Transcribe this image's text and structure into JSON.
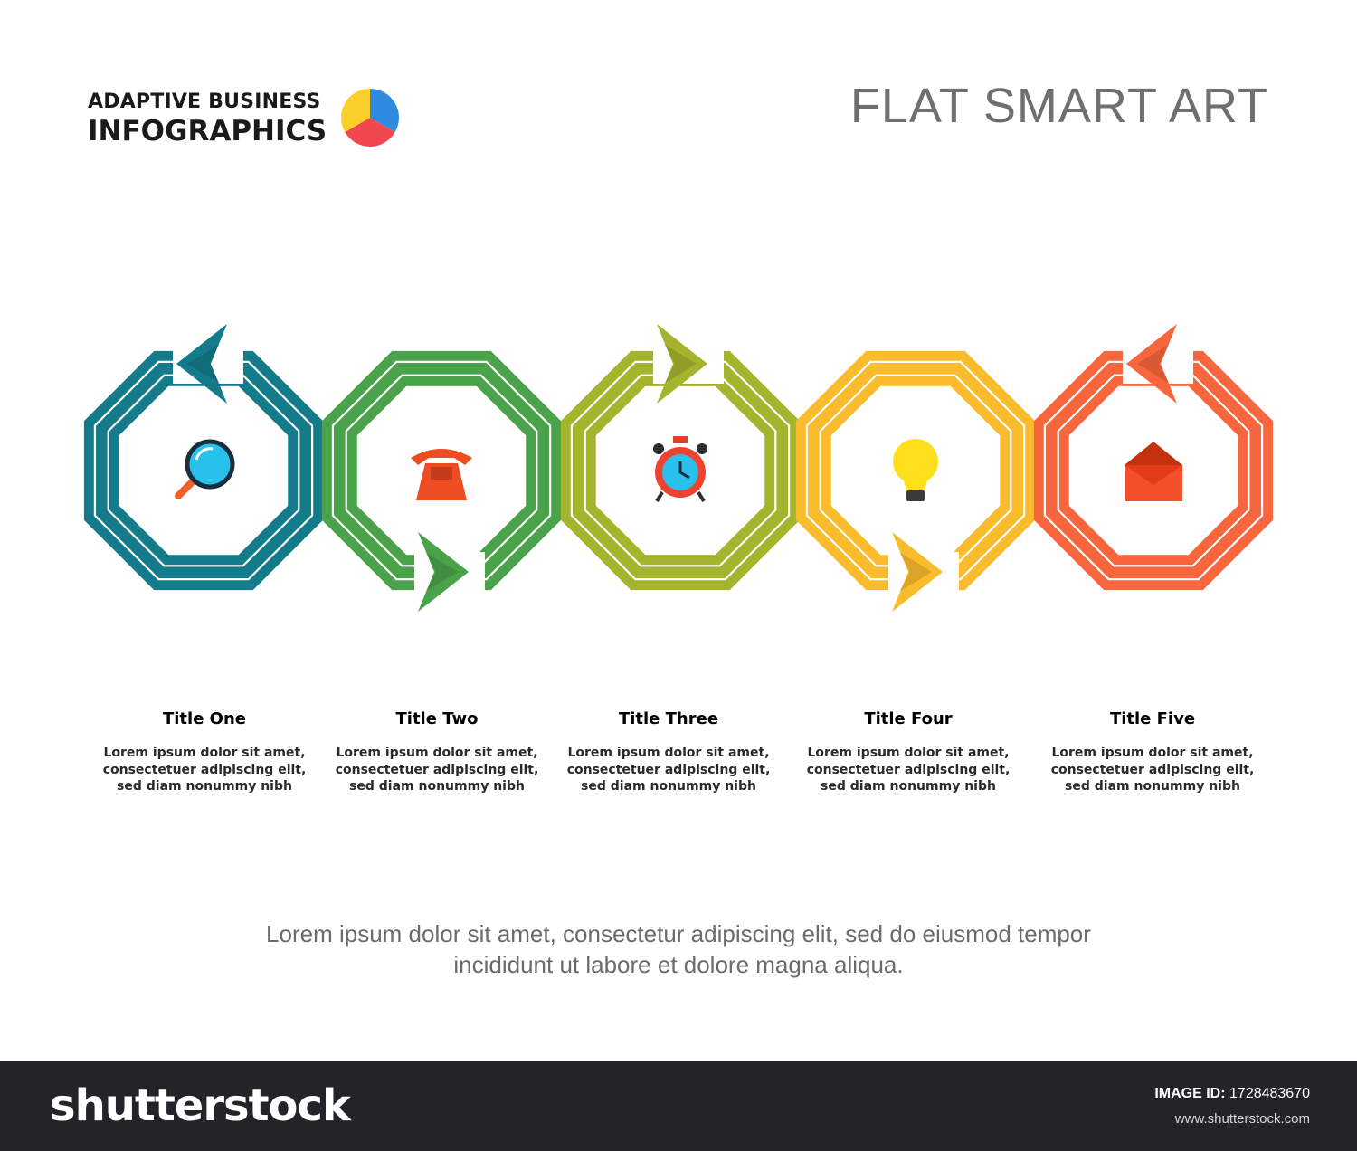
{
  "brand": {
    "line1": "ADAPTIVE BUSINESS",
    "line2": "INFOGRAPHICS",
    "pie_colors": [
      "#2f8be0",
      "#f0484e",
      "#fcd02a"
    ]
  },
  "main_title": "FLAT SMART ART",
  "steps": [
    {
      "title": "Title One",
      "color": "#137b8a",
      "icon": "magnifier-icon",
      "arrow": "top-left",
      "body": [
        "Lorem ipsum dolor sit amet,",
        "consectetuer adipiscing elit,",
        "sed diam nonummy nibh"
      ]
    },
    {
      "title": "Title Two",
      "color": "#4aa24a",
      "icon": "telephone-icon",
      "arrow": "bottom-right",
      "body": [
        "Lorem ipsum dolor sit amet,",
        "consectetuer adipiscing elit,",
        "sed diam nonummy nibh"
      ]
    },
    {
      "title": "Title Three",
      "color": "#a6b32d",
      "icon": "alarm-clock-icon",
      "arrow": "top-right",
      "body": [
        "Lorem ipsum dolor sit amet,",
        "consectetuer adipiscing elit,",
        "sed diam nonummy nibh"
      ]
    },
    {
      "title": "Title Four",
      "color": "#fabb2c",
      "icon": "light-bulb-icon",
      "arrow": "bottom-right",
      "body": [
        "Lorem ipsum dolor sit amet,",
        "consectetuer adipiscing elit,",
        "sed diam nonummy nibh"
      ]
    },
    {
      "title": "Title Five",
      "color": "#f8663d",
      "icon": "envelope-icon",
      "arrow": "top-left",
      "body": [
        "Lorem ipsum dolor sit amet,",
        "consectetuer adipiscing elit,",
        "sed diam nonummy nibh"
      ]
    }
  ],
  "footer": {
    "line1": "Lorem ipsum dolor sit amet, consectetur adipiscing elit, sed do eiusmod tempor",
    "line2": "incididunt ut labore et dolore magna aliqua."
  },
  "watermark_bar": {
    "logo": "shutterstock",
    "image_id_label": "IMAGE ID:",
    "image_id": "1728483670",
    "url": "www.shutterstock.com"
  }
}
